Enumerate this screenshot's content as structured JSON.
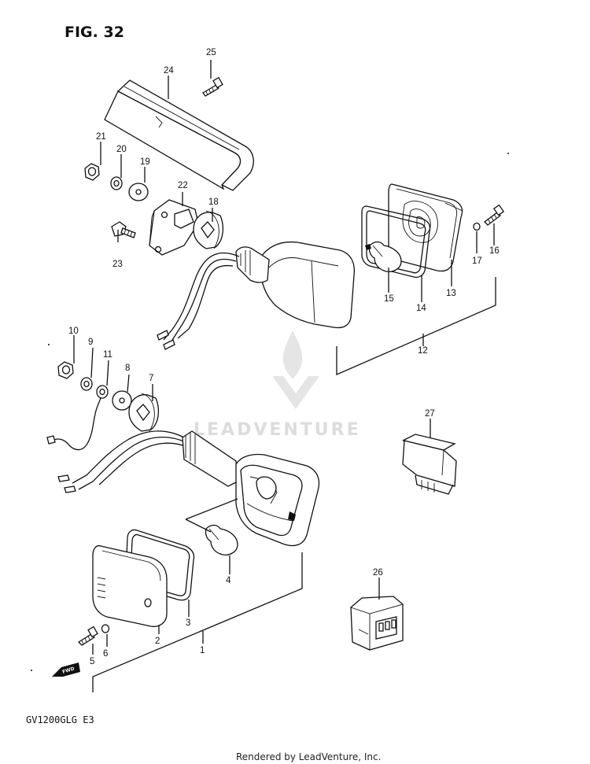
{
  "figure": {
    "title": "FIG. 32"
  },
  "model": {
    "code": "GV1200GLG E3"
  },
  "footer": {
    "credit": "Rendered by LeadVenture, Inc."
  },
  "watermark": {
    "text": "LEADVENTURE"
  },
  "fwd_marker": {
    "text": "FWD"
  },
  "parts": {
    "p1": "1",
    "p2": "2",
    "p3": "3",
    "p4": "4",
    "p5": "5",
    "p6": "6",
    "p7": "7",
    "p8": "8",
    "p9": "9",
    "p10": "10",
    "p11": "11",
    "p12": "12",
    "p13": "13",
    "p14": "14",
    "p15": "15",
    "p16": "16",
    "p17": "17",
    "p18": "18",
    "p19": "19",
    "p20": "20",
    "p21": "21",
    "p22": "22",
    "p23": "23",
    "p24": "24",
    "p25": "25",
    "p26": "26",
    "p27": "27"
  }
}
